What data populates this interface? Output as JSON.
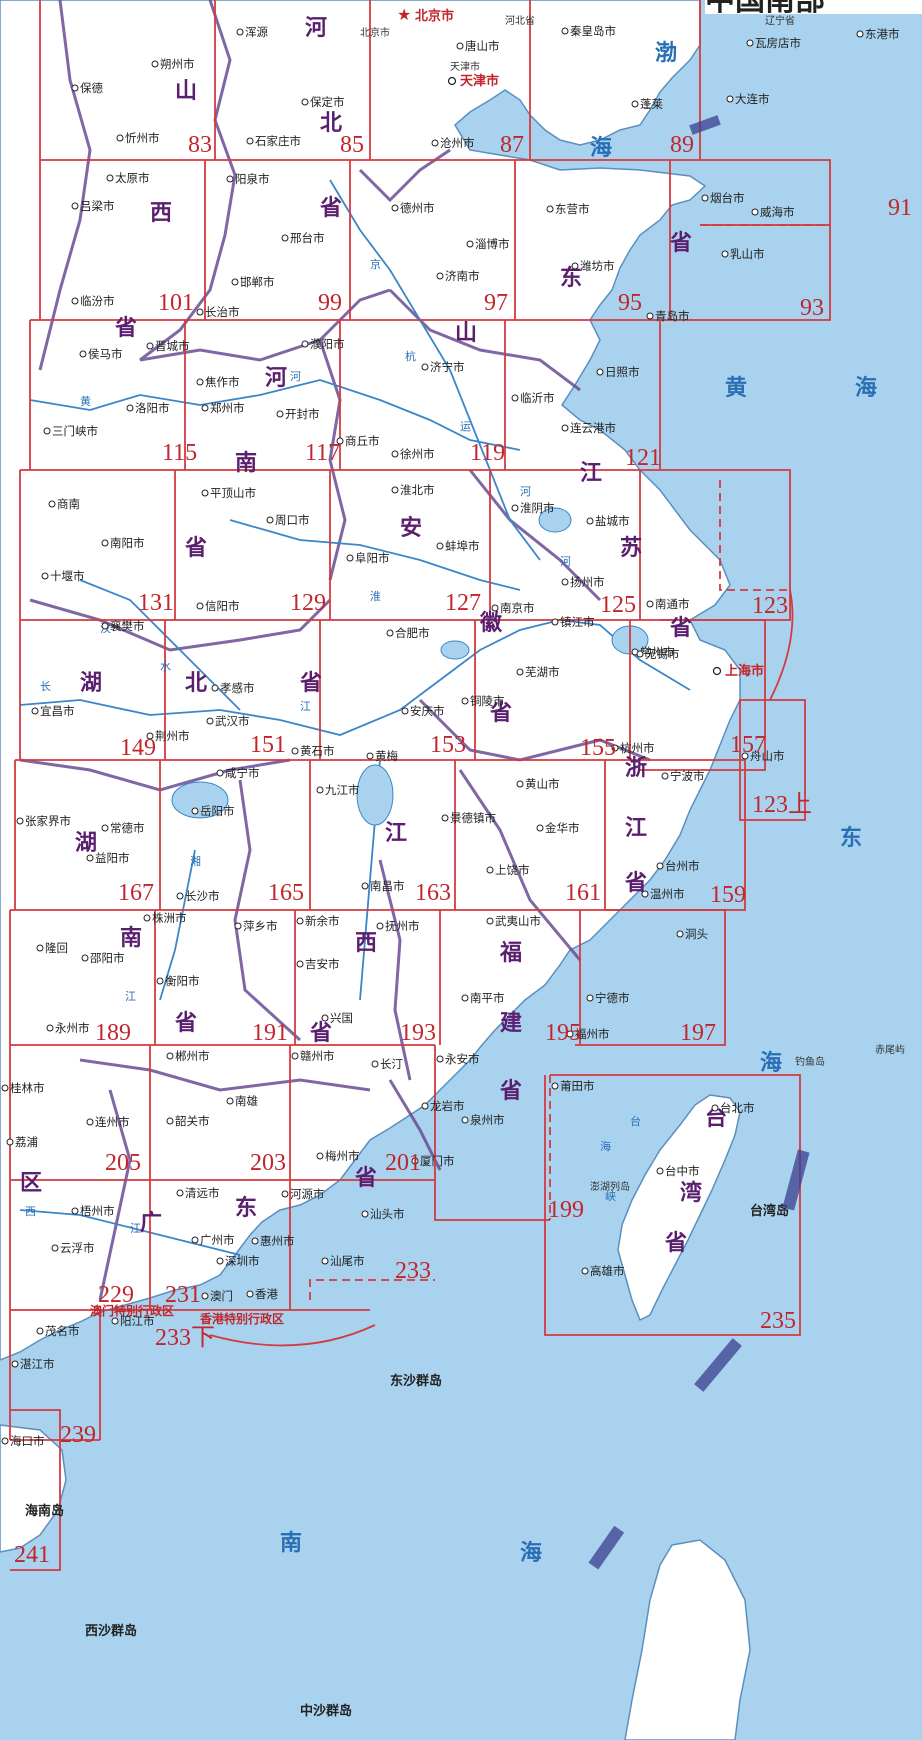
{
  "header": {
    "title": "中国南部"
  },
  "colors": {
    "land": "#ffffff",
    "sea": "#a9d2ee",
    "grid": "#d43a3f",
    "province_border": "#6a4c93",
    "province_label": "#5a1f6e",
    "sheet_number": "#c0262c",
    "river": "#2a6fb5"
  },
  "municipalities": [
    {
      "name": "北京市"
    },
    {
      "name": "天津市"
    },
    {
      "name": "上海市"
    }
  ],
  "provinces": [
    {
      "name": "河"
    },
    {
      "name": "北"
    },
    {
      "name": "省"
    },
    {
      "name": "山"
    },
    {
      "name": "西"
    },
    {
      "name": "省"
    },
    {
      "name": "山"
    },
    {
      "name": "东"
    },
    {
      "name": "省"
    },
    {
      "name": "河"
    },
    {
      "name": "南"
    },
    {
      "name": "省"
    },
    {
      "name": "江"
    },
    {
      "name": "苏"
    },
    {
      "name": "省"
    },
    {
      "name": "安"
    },
    {
      "name": "徽"
    },
    {
      "name": "省"
    },
    {
      "name": "湖"
    },
    {
      "name": "北"
    },
    {
      "name": "省"
    },
    {
      "name": "浙"
    },
    {
      "name": "江"
    },
    {
      "name": "省"
    },
    {
      "name": "江"
    },
    {
      "name": "西"
    },
    {
      "name": "省"
    },
    {
      "name": "湖"
    },
    {
      "name": "南"
    },
    {
      "name": "省"
    },
    {
      "name": "福"
    },
    {
      "name": "建"
    },
    {
      "name": "省"
    },
    {
      "name": "广"
    },
    {
      "name": "东"
    },
    {
      "name": "省"
    },
    {
      "name": "台"
    },
    {
      "name": "湾"
    },
    {
      "name": "省"
    },
    {
      "name": "区"
    }
  ],
  "seas": [
    {
      "name": "渤"
    },
    {
      "name": "海"
    },
    {
      "name": "黄"
    },
    {
      "name": "海"
    },
    {
      "name": "东"
    },
    {
      "name": "海"
    },
    {
      "name": "南"
    },
    {
      "name": "海"
    },
    {
      "name": "台"
    },
    {
      "name": "海"
    },
    {
      "name": "峡"
    }
  ],
  "islands": [
    {
      "name": "台湾岛"
    },
    {
      "name": "海南岛"
    },
    {
      "name": "东沙群岛"
    },
    {
      "name": "西沙群岛"
    },
    {
      "name": "中沙群岛"
    },
    {
      "name": "澎湖列岛"
    },
    {
      "name": "钓鱼岛"
    },
    {
      "name": "赤尾屿"
    }
  ],
  "sar": [
    {
      "name": "澳门特别行政区"
    },
    {
      "name": "香港特别行政区"
    }
  ],
  "rivers": [
    {
      "name": "黄"
    },
    {
      "name": "河"
    },
    {
      "name": "长"
    },
    {
      "name": "江"
    },
    {
      "name": "汉"
    },
    {
      "name": "水"
    },
    {
      "name": "湘"
    },
    {
      "name": "江"
    },
    {
      "name": "淮"
    },
    {
      "name": "河"
    },
    {
      "name": "京"
    },
    {
      "name": "杭"
    },
    {
      "name": "运"
    },
    {
      "name": "河"
    },
    {
      "name": "西"
    },
    {
      "name": "江"
    }
  ],
  "cities": [
    {
      "name": "浑源"
    },
    {
      "name": "朔州市"
    },
    {
      "name": "保德"
    },
    {
      "name": "忻州市"
    },
    {
      "name": "保定市"
    },
    {
      "name": "石家庄市"
    },
    {
      "name": "唐山市"
    },
    {
      "name": "秦皇岛市"
    },
    {
      "name": "沧州市"
    },
    {
      "name": "瓦房店市"
    },
    {
      "name": "东港市"
    },
    {
      "name": "大连市"
    },
    {
      "name": "蓬莱"
    },
    {
      "name": "太原市"
    },
    {
      "name": "吕梁市"
    },
    {
      "name": "阳泉市"
    },
    {
      "name": "邢台市"
    },
    {
      "name": "邯郸市"
    },
    {
      "name": "临汾市"
    },
    {
      "name": "长治市"
    },
    {
      "name": "德州市"
    },
    {
      "name": "济南市"
    },
    {
      "name": "淄博市"
    },
    {
      "name": "东营市"
    },
    {
      "name": "潍坊市"
    },
    {
      "name": "烟台市"
    },
    {
      "name": "威海市"
    },
    {
      "name": "乳山市"
    },
    {
      "name": "青岛市"
    },
    {
      "name": "侯马市"
    },
    {
      "name": "晋城市"
    },
    {
      "name": "濮阳市"
    },
    {
      "name": "焦作市"
    },
    {
      "name": "济宁市"
    },
    {
      "name": "日照市"
    },
    {
      "name": "三门峡市"
    },
    {
      "name": "洛阳市"
    },
    {
      "name": "郑州市"
    },
    {
      "name": "开封市"
    },
    {
      "name": "商丘市"
    },
    {
      "name": "徐州市"
    },
    {
      "name": "临沂市"
    },
    {
      "name": "连云港市"
    },
    {
      "name": "商南"
    },
    {
      "name": "平顶山市"
    },
    {
      "name": "周口市"
    },
    {
      "name": "淮北市"
    },
    {
      "name": "淮阴市"
    },
    {
      "name": "盐城市"
    },
    {
      "name": "南阳市"
    },
    {
      "name": "阜阳市"
    },
    {
      "name": "蚌埠市"
    },
    {
      "name": "十堰市"
    },
    {
      "name": "信阳市"
    },
    {
      "name": "扬州市"
    },
    {
      "name": "南京市"
    },
    {
      "name": "南通市"
    },
    {
      "name": "合肥市"
    },
    {
      "name": "镇江市"
    },
    {
      "name": "常州市"
    },
    {
      "name": "无锡市"
    },
    {
      "name": "襄樊市"
    },
    {
      "name": "孝感市"
    },
    {
      "name": "芜湖市"
    },
    {
      "name": "宜昌市"
    },
    {
      "name": "武汉市"
    },
    {
      "name": "铜陵市"
    },
    {
      "name": "安庆市"
    },
    {
      "name": "荆州市"
    },
    {
      "name": "黄石市"
    },
    {
      "name": "黄梅"
    },
    {
      "name": "杭州市"
    },
    {
      "name": "舟山市"
    },
    {
      "name": "咸宁市"
    },
    {
      "name": "九江市"
    },
    {
      "name": "黄山市"
    },
    {
      "name": "宁波市"
    },
    {
      "name": "张家界市"
    },
    {
      "name": "常德市"
    },
    {
      "name": "岳阳市"
    },
    {
      "name": "景德镇市"
    },
    {
      "name": "益阳市"
    },
    {
      "name": "金华市"
    },
    {
      "name": "南昌市"
    },
    {
      "name": "台州市"
    },
    {
      "name": "上饶市"
    },
    {
      "name": "长沙市"
    },
    {
      "name": "温州市"
    },
    {
      "name": "株洲市"
    },
    {
      "name": "萍乡市"
    },
    {
      "name": "新余市"
    },
    {
      "name": "抚州市"
    },
    {
      "name": "武夷山市"
    },
    {
      "name": "洞头"
    },
    {
      "name": "隆回"
    },
    {
      "name": "邵阳市"
    },
    {
      "name": "吉安市"
    },
    {
      "name": "衡阳市"
    },
    {
      "name": "南平市"
    },
    {
      "name": "宁德市"
    },
    {
      "name": "兴国"
    },
    {
      "name": "永州市"
    },
    {
      "name": "福州市"
    },
    {
      "name": "桂林市"
    },
    {
      "name": "郴州市"
    },
    {
      "name": "赣州市"
    },
    {
      "name": "长汀"
    },
    {
      "name": "永安市"
    },
    {
      "name": "莆田市"
    },
    {
      "name": "台北市"
    },
    {
      "name": "南雄"
    },
    {
      "name": "龙岩市"
    },
    {
      "name": "泉州市"
    },
    {
      "name": "荔浦"
    },
    {
      "name": "连州市"
    },
    {
      "name": "韶关市"
    },
    {
      "name": "厦门市"
    },
    {
      "name": "台中市"
    },
    {
      "name": "梅州市"
    },
    {
      "name": "梧州市"
    },
    {
      "name": "清远市"
    },
    {
      "name": "河源市"
    },
    {
      "name": "汕头市"
    },
    {
      "name": "广州市"
    },
    {
      "name": "惠州市"
    },
    {
      "name": "云浮市"
    },
    {
      "name": "深圳市"
    },
    {
      "name": "汕尾市"
    },
    {
      "name": "高雄市"
    },
    {
      "name": "澳门"
    },
    {
      "name": "香港"
    },
    {
      "name": "阳江市"
    },
    {
      "name": "茂名市"
    },
    {
      "name": "湛江市"
    },
    {
      "name": "海口市"
    }
  ],
  "province_header_tags": [
    {
      "name": "河北省"
    },
    {
      "name": "北京市"
    },
    {
      "name": "天津市"
    },
    {
      "name": "辽宁省"
    }
  ],
  "sheets": [
    {
      "number": "83"
    },
    {
      "number": "85"
    },
    {
      "number": "87"
    },
    {
      "number": "89"
    },
    {
      "number": "91"
    },
    {
      "number": "101"
    },
    {
      "number": "99"
    },
    {
      "number": "97"
    },
    {
      "number": "95"
    },
    {
      "number": "93"
    },
    {
      "number": "115"
    },
    {
      "number": "117"
    },
    {
      "number": "119"
    },
    {
      "number": "121"
    },
    {
      "number": "131"
    },
    {
      "number": "129"
    },
    {
      "number": "127"
    },
    {
      "number": "125"
    },
    {
      "number": "123"
    },
    {
      "number": "149"
    },
    {
      "number": "151"
    },
    {
      "number": "153"
    },
    {
      "number": "155"
    },
    {
      "number": "157"
    },
    {
      "number": "123上"
    },
    {
      "number": "167"
    },
    {
      "number": "165"
    },
    {
      "number": "163"
    },
    {
      "number": "161"
    },
    {
      "number": "159"
    },
    {
      "number": "189"
    },
    {
      "number": "191"
    },
    {
      "number": "193"
    },
    {
      "number": "195"
    },
    {
      "number": "197"
    },
    {
      "number": "205"
    },
    {
      "number": "203"
    },
    {
      "number": "201"
    },
    {
      "number": "199"
    },
    {
      "number": "229"
    },
    {
      "number": "231"
    },
    {
      "number": "233"
    },
    {
      "number": "233下"
    },
    {
      "number": "235"
    },
    {
      "number": "239"
    },
    {
      "number": "241"
    }
  ]
}
